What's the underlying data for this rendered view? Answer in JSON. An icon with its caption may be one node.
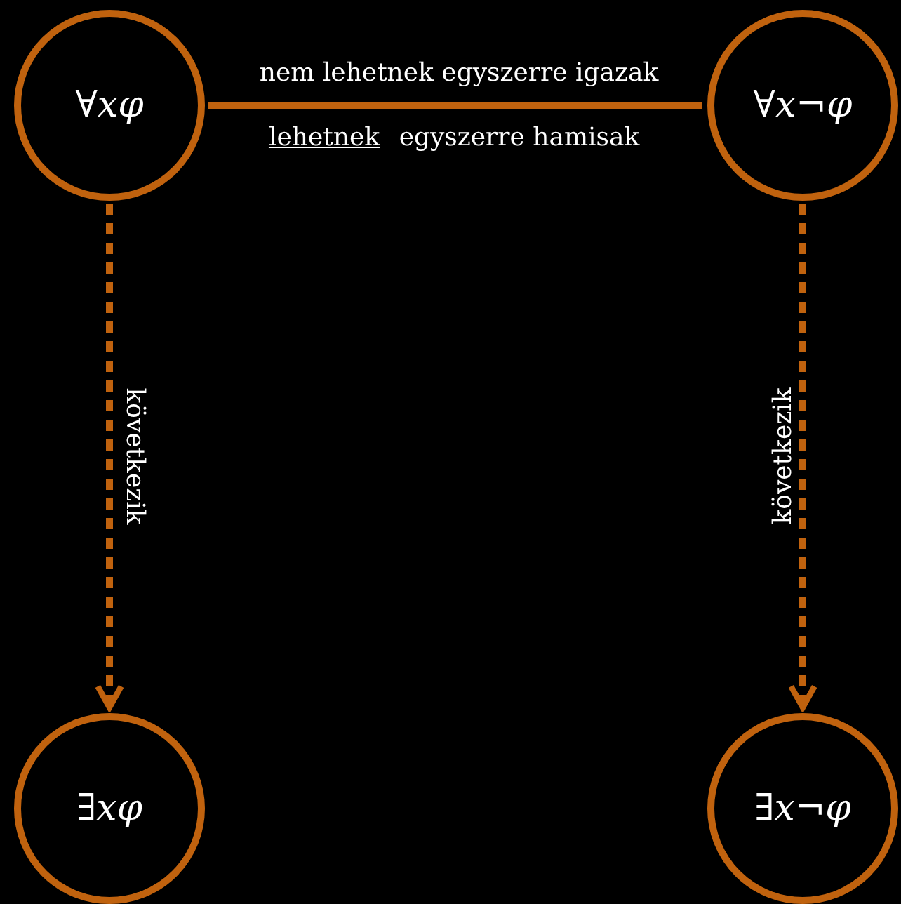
{
  "diagram": {
    "nodes": [
      {
        "text": [
          "∀*xφ*"
        ]
      },
      {
        "text": [
          "∀*x*¬*φ*"
        ]
      },
      {
        "text": [
          "∃*xφ*"
        ]
      },
      {
        "text": [
          "∃*x*¬*φ*"
        ]
      }
    ],
    "edges": [
      {
        "from": 0,
        "to": 1,
        "arrow": "none",
        "label": "nem lehetnek egyszerre igazak"
      },
      {
        "from": 0,
        "to": 2,
        "arrow": "to",
        "style": "dashed",
        "label": "következik"
      },
      {
        "from": 1,
        "to": 3,
        "arrow": "to",
        "style": "dashed",
        "label": "következik"
      }
    ],
    "labels": [
      "lehetnek",
      "egyszerre hamisak"
    ]
  }
}
